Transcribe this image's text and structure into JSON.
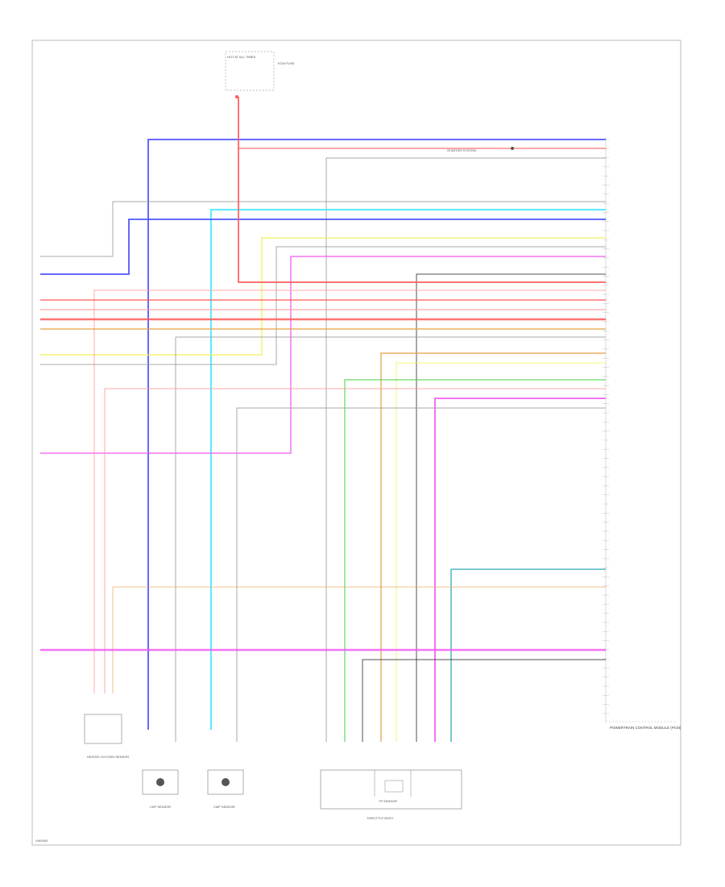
{
  "diagram": {
    "figure_id": "VW0000",
    "top_fuse_label": "HOT AT ALL TIMES",
    "top_fuse_note": "ECM FUSE",
    "starter_label": "STARTER SYSTEM",
    "module_label": "POWERTRAIN CONTROL MODULE (PCM)",
    "component_labels": {
      "oxygen_sensor": "HEATED OXYGEN SENSOR",
      "ckp_sensor": "CKP SENSOR",
      "cmp_sensor": "CMP SENSOR",
      "throttle_body": "THROTTLE BODY",
      "tps": "TP SENSOR"
    },
    "wire_colors": {
      "blue": "#4a4fff",
      "red": "#ff5a5a",
      "cyan": "#3ee8ff",
      "yellow": "#f2f25a",
      "magenta": "#f25af2",
      "pink": "#ff9a9a",
      "green": "#6ad86a",
      "orange": "#e6a24a",
      "teal": "#2fa8b8",
      "gray": "#9a9a9a",
      "black": "#333333"
    }
  }
}
